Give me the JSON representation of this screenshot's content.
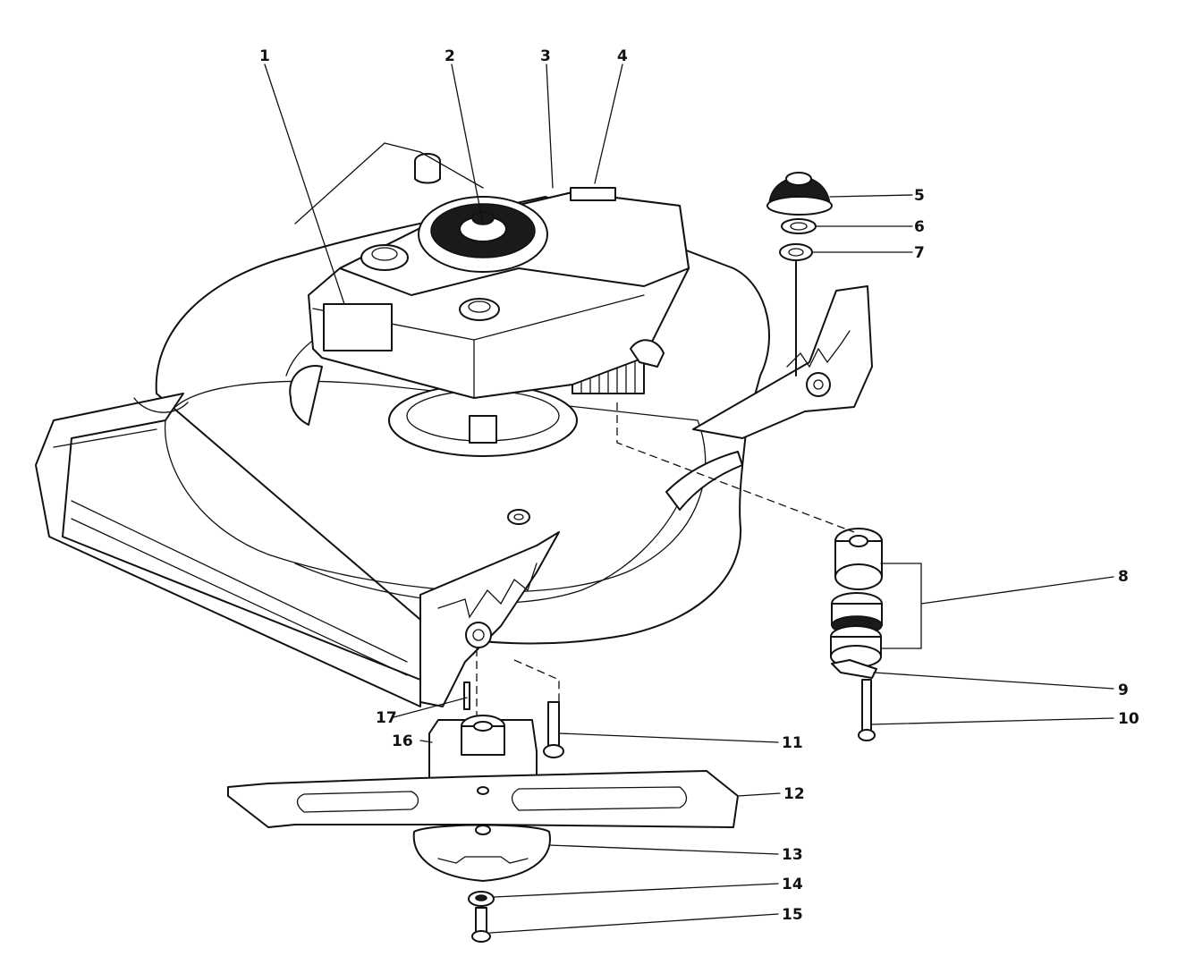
{
  "figure": {
    "callouts": [
      {
        "id": "c1",
        "label": "1"
      },
      {
        "id": "c2",
        "label": "2"
      },
      {
        "id": "c3",
        "label": "3"
      },
      {
        "id": "c4",
        "label": "4"
      },
      {
        "id": "c5",
        "label": "5"
      },
      {
        "id": "c6",
        "label": "6"
      },
      {
        "id": "c7",
        "label": "7"
      },
      {
        "id": "c8",
        "label": "8"
      },
      {
        "id": "c9",
        "label": "9"
      },
      {
        "id": "c10",
        "label": "10"
      },
      {
        "id": "c11",
        "label": "11"
      },
      {
        "id": "c12",
        "label": "12"
      },
      {
        "id": "c13",
        "label": "13"
      },
      {
        "id": "c14",
        "label": "14"
      },
      {
        "id": "c15",
        "label": "15"
      },
      {
        "id": "c16",
        "label": "16"
      },
      {
        "id": "c17",
        "label": "17"
      }
    ]
  }
}
